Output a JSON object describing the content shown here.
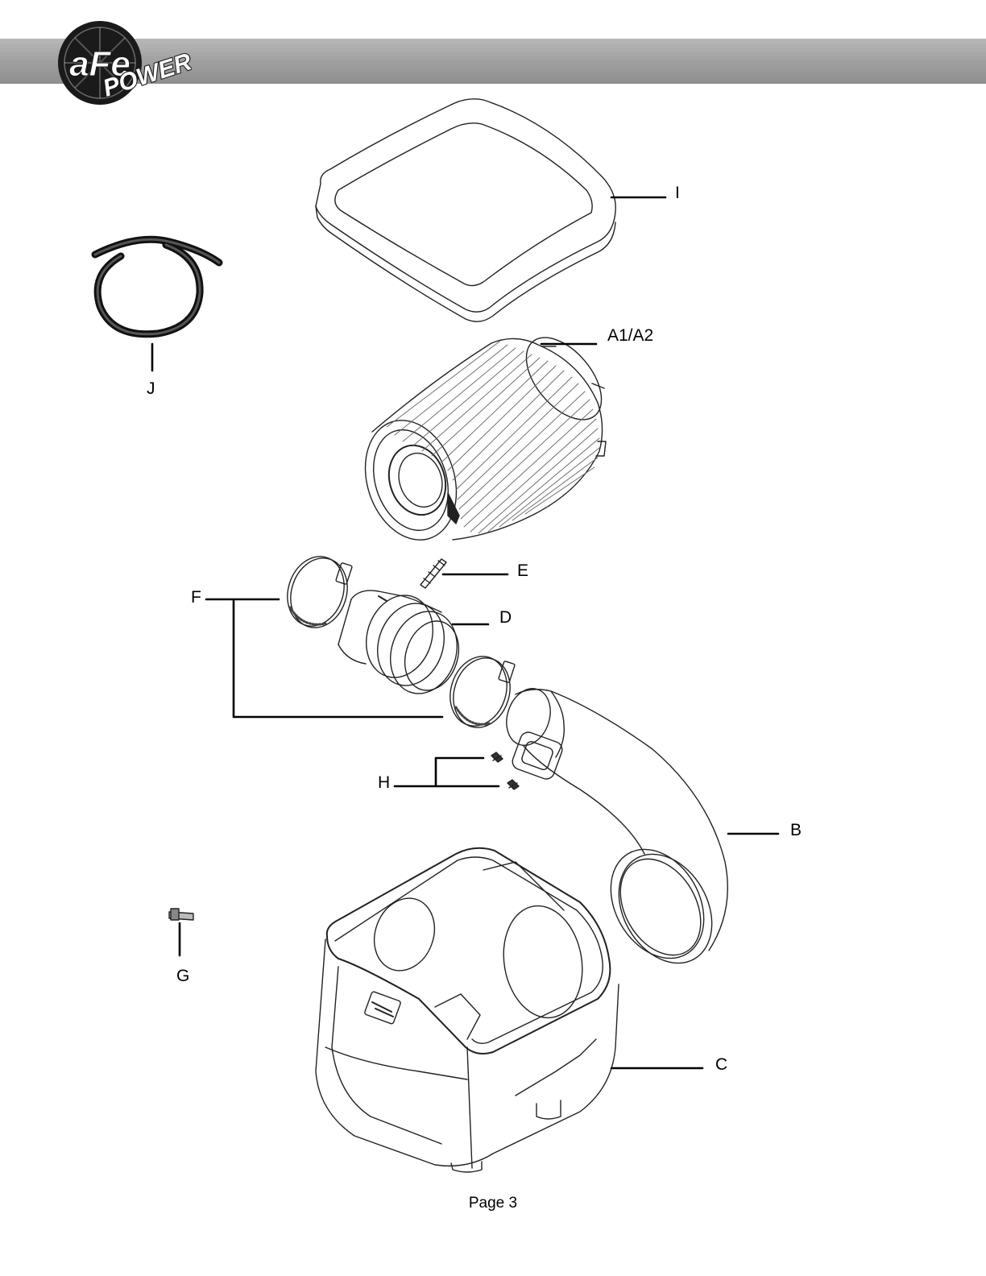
{
  "header": {
    "logo": {
      "icon": "afe-power-logo",
      "mark": "aFe",
      "sub": "POWER"
    }
  },
  "callouts": {
    "I": "I",
    "A": "A1/A2",
    "J": "J",
    "E": "E",
    "F": "F",
    "D": "D",
    "H": "H",
    "B": "B",
    "G": "G",
    "C": "C"
  },
  "footer": {
    "page": "Page 3"
  },
  "colors": {
    "header_band": "#a2a2a2",
    "line": "#000000",
    "logo_dark": "#1a1a1a"
  }
}
